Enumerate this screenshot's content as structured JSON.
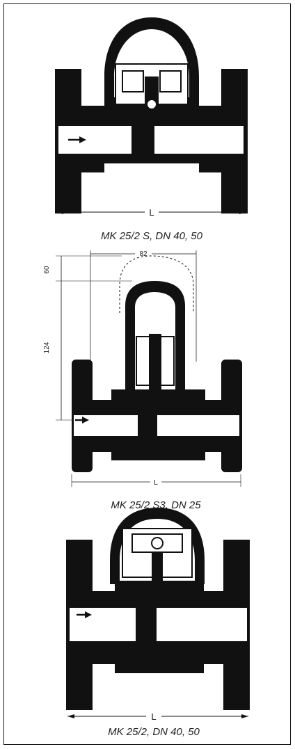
{
  "figures": [
    {
      "caption": "MK 25/2 S, DN 40, 50",
      "length_label": "L"
    },
    {
      "caption": "MK 25/2 S3, DN 25",
      "length_label": "L",
      "dim_width": "82",
      "dim_top": "60",
      "dim_height": "124"
    },
    {
      "caption": "MK 25/2, DN 40, 50",
      "length_label": "L"
    }
  ],
  "colors": {
    "ink": "#111111",
    "background": "#ffffff"
  }
}
